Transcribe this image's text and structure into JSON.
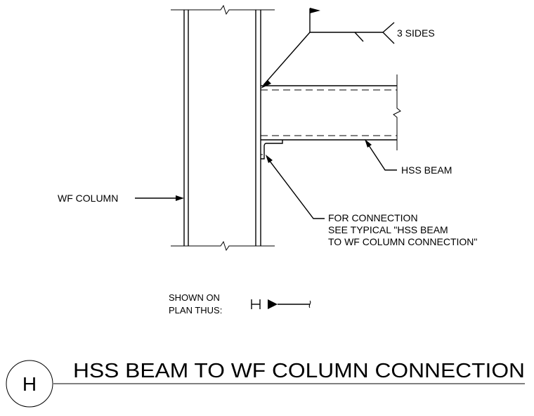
{
  "detail": {
    "title": "HSS BEAM TO WF COLUMN CONNECTION",
    "bubble_letter": "H"
  },
  "callouts": {
    "weld_sides": "3 SIDES",
    "hss_beam": "HSS BEAM",
    "wf_column": "WF COLUMN",
    "connection_line1": "FOR CONNECTION",
    "connection_line2": "SEE TYPICAL \"HSS BEAM",
    "connection_line3": "TO WF COLUMN CONNECTION\""
  },
  "plan_symbol": {
    "line1": "SHOWN ON",
    "line2": "PLAN THUS:"
  }
}
